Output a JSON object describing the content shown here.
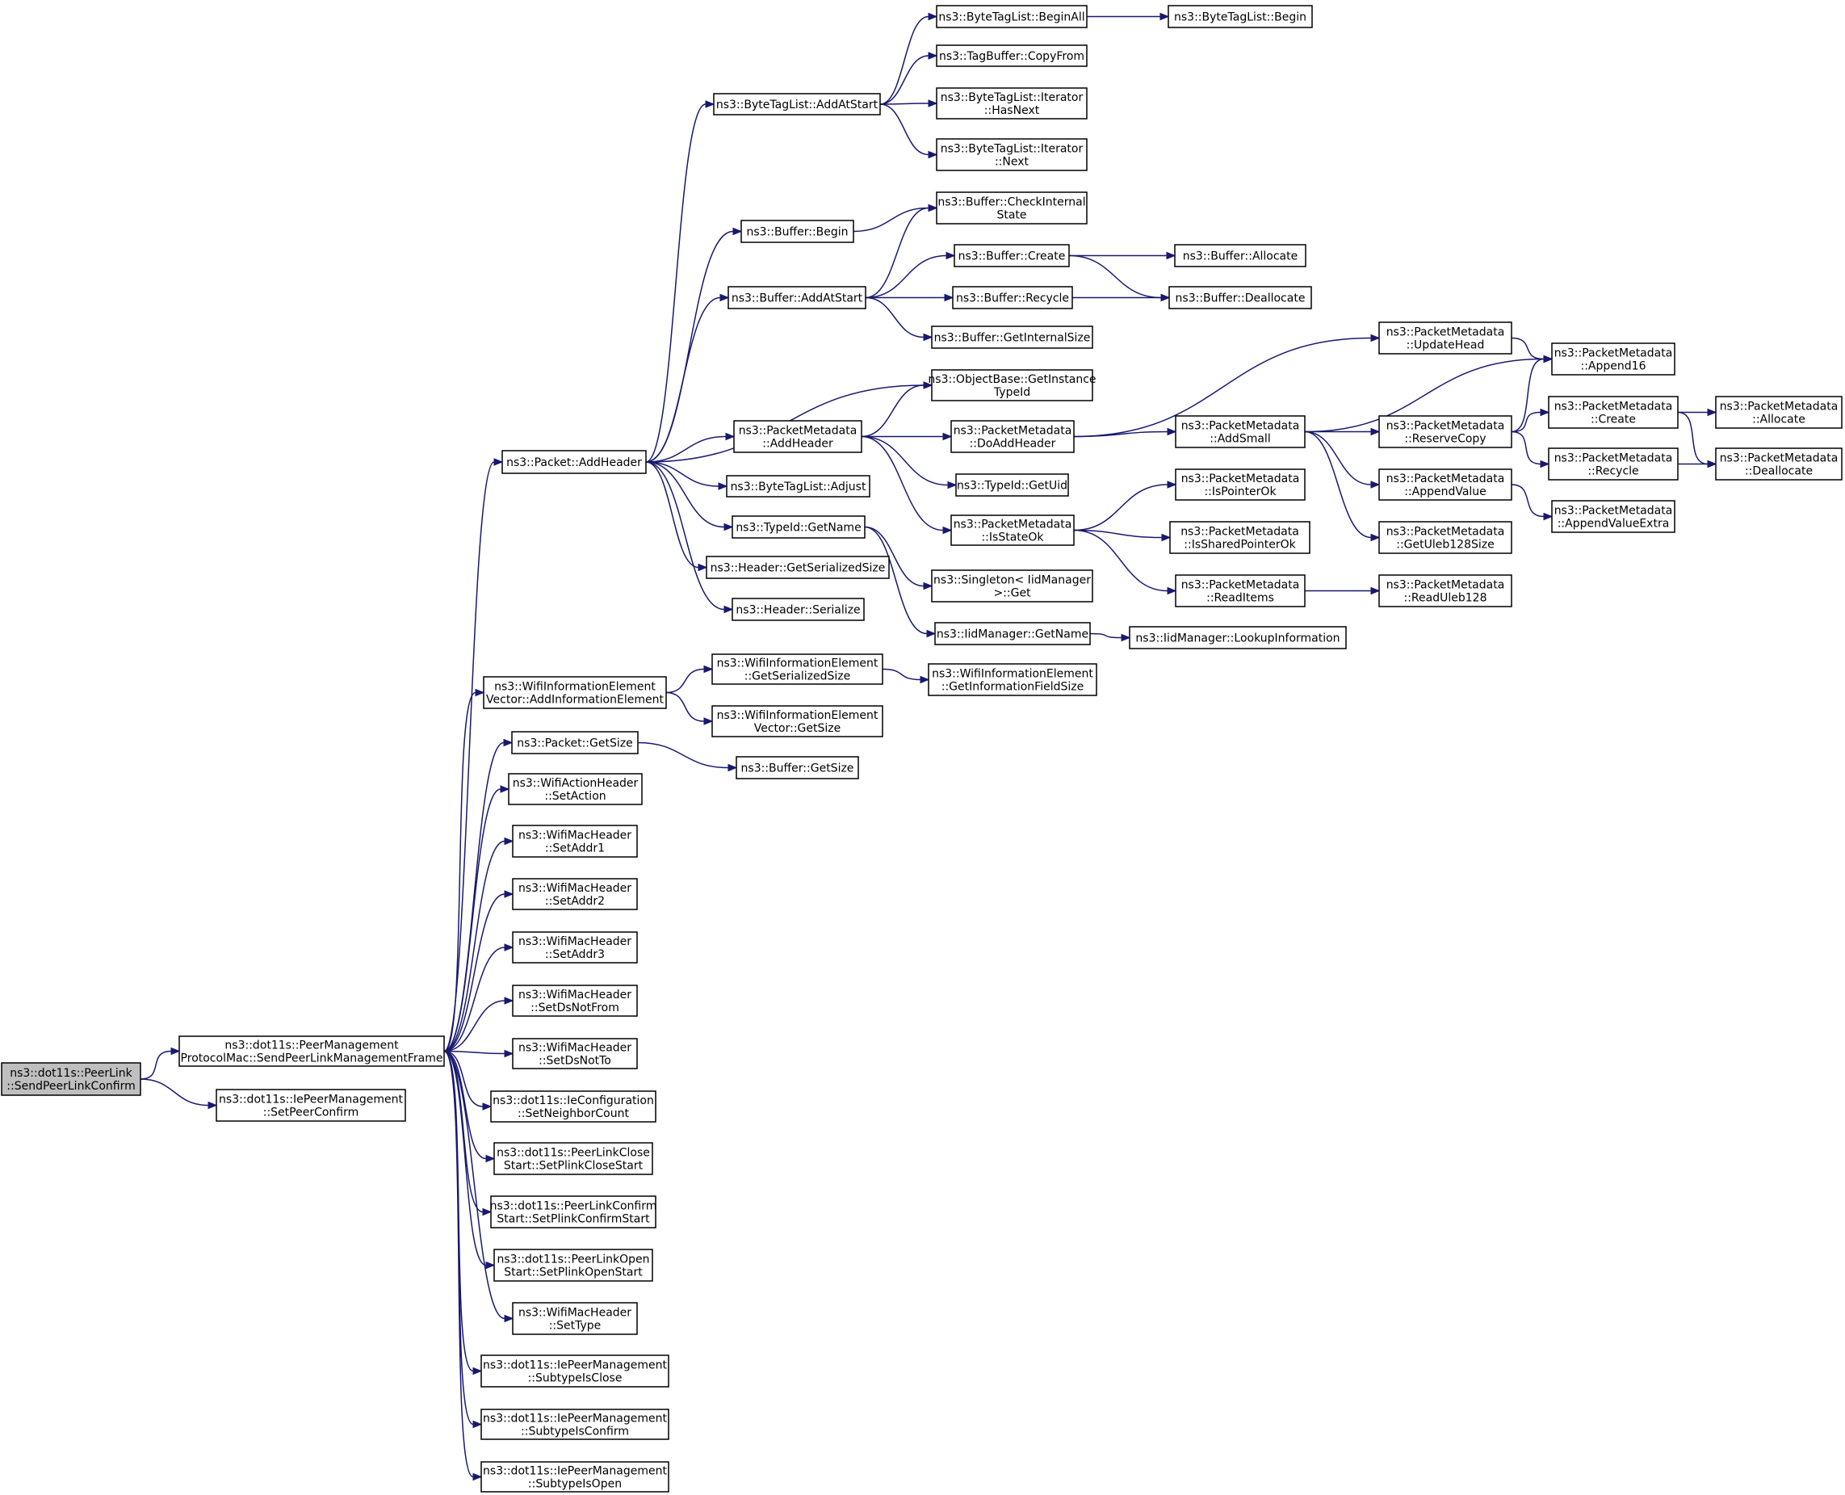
{
  "colors": {
    "edge": "#191970",
    "root_fill": "#bfbfbf",
    "node_fill": "#ffffff",
    "node_stroke": "#000000"
  },
  "nodes": [
    {
      "id": "n0",
      "lines": [
        "ns3::dot11s::PeerLink",
        "::SendPeerLinkConfirm"
      ],
      "root": true
    },
    {
      "id": "n1",
      "lines": [
        "ns3::dot11s::PeerManagement",
        "ProtocolMac::SendPeerLinkManagementFrame"
      ]
    },
    {
      "id": "n2",
      "lines": [
        "ns3::dot11s::IePeerManagement",
        "::SetPeerConfirm"
      ]
    },
    {
      "id": "n3",
      "lines": [
        "ns3::Packet::AddHeader"
      ]
    },
    {
      "id": "n4",
      "lines": [
        "ns3::WifiInformationElement",
        "Vector::AddInformationElement"
      ]
    },
    {
      "id": "n5",
      "lines": [
        "ns3::Packet::GetSize"
      ]
    },
    {
      "id": "n6",
      "lines": [
        "ns3::WifiActionHeader",
        "::SetAction"
      ]
    },
    {
      "id": "n7",
      "lines": [
        "ns3::WifiMacHeader",
        "::SetAddr1"
      ]
    },
    {
      "id": "n8",
      "lines": [
        "ns3::WifiMacHeader",
        "::SetAddr2"
      ]
    },
    {
      "id": "n9",
      "lines": [
        "ns3::WifiMacHeader",
        "::SetAddr3"
      ]
    },
    {
      "id": "n10",
      "lines": [
        "ns3::WifiMacHeader",
        "::SetDsNotFrom"
      ]
    },
    {
      "id": "n11",
      "lines": [
        "ns3::WifiMacHeader",
        "::SetDsNotTo"
      ]
    },
    {
      "id": "n12",
      "lines": [
        "ns3::dot11s::IeConfiguration",
        "::SetNeighborCount"
      ]
    },
    {
      "id": "n13",
      "lines": [
        "ns3::dot11s::PeerLinkClose",
        "Start::SetPlinkCloseStart"
      ]
    },
    {
      "id": "n14",
      "lines": [
        "ns3::dot11s::PeerLinkConfirm",
        "Start::SetPlinkConfirmStart"
      ]
    },
    {
      "id": "n15",
      "lines": [
        "ns3::dot11s::PeerLinkOpen",
        "Start::SetPlinkOpenStart"
      ]
    },
    {
      "id": "n16",
      "lines": [
        "ns3::WifiMacHeader",
        "::SetType"
      ]
    },
    {
      "id": "n17",
      "lines": [
        "ns3::dot11s::IePeerManagement",
        "::SubtypeIsClose"
      ]
    },
    {
      "id": "n18",
      "lines": [
        "ns3::dot11s::IePeerManagement",
        "::SubtypeIsConfirm"
      ]
    },
    {
      "id": "n19",
      "lines": [
        "ns3::dot11s::IePeerManagement",
        "::SubtypeIsOpen"
      ]
    },
    {
      "id": "n20",
      "lines": [
        "ns3::ByteTagList::AddAtStart"
      ]
    },
    {
      "id": "n21",
      "lines": [
        "ns3::Buffer::Begin"
      ]
    },
    {
      "id": "n22",
      "lines": [
        "ns3::Buffer::AddAtStart"
      ]
    },
    {
      "id": "n23",
      "lines": [
        "ns3::PacketMetadata",
        "::AddHeader"
      ]
    },
    {
      "id": "n24",
      "lines": [
        "ns3::ByteTagList::Adjust"
      ]
    },
    {
      "id": "n25",
      "lines": [
        "ns3::TypeId::GetName"
      ]
    },
    {
      "id": "n26",
      "lines": [
        "ns3::Header::GetSerializedSize"
      ]
    },
    {
      "id": "n27",
      "lines": [
        "ns3::Header::Serialize"
      ]
    },
    {
      "id": "n28",
      "lines": [
        "ns3::WifiInformationElement",
        "::GetSerializedSize"
      ]
    },
    {
      "id": "n29",
      "lines": [
        "ns3::WifiInformationElement",
        "Vector::GetSize"
      ]
    },
    {
      "id": "n30",
      "lines": [
        "ns3::Buffer::GetSize"
      ]
    },
    {
      "id": "n31",
      "lines": [
        "ns3::ByteTagList::BeginAll"
      ]
    },
    {
      "id": "n32",
      "lines": [
        "ns3::TagBuffer::CopyFrom"
      ]
    },
    {
      "id": "n33",
      "lines": [
        "ns3::ByteTagList::Iterator",
        "::HasNext"
      ]
    },
    {
      "id": "n34",
      "lines": [
        "ns3::ByteTagList::Iterator",
        "::Next"
      ]
    },
    {
      "id": "n35",
      "lines": [
        "ns3::Buffer::CheckInternal",
        "State"
      ]
    },
    {
      "id": "n36",
      "lines": [
        "ns3::Buffer::Create"
      ]
    },
    {
      "id": "n37",
      "lines": [
        "ns3::Buffer::Recycle"
      ]
    },
    {
      "id": "n38",
      "lines": [
        "ns3::Buffer::GetInternalSize"
      ]
    },
    {
      "id": "n39",
      "lines": [
        "ns3::ObjectBase::GetInstance",
        "TypeId"
      ]
    },
    {
      "id": "n40",
      "lines": [
        "ns3::PacketMetadata",
        "::DoAddHeader"
      ]
    },
    {
      "id": "n41",
      "lines": [
        "ns3::TypeId::GetUid"
      ]
    },
    {
      "id": "n42",
      "lines": [
        "ns3::PacketMetadata",
        "::IsStateOk"
      ]
    },
    {
      "id": "n43",
      "lines": [
        "ns3::Singleton< IidManager",
        " >::Get"
      ]
    },
    {
      "id": "n44",
      "lines": [
        "ns3::IidManager::GetName"
      ]
    },
    {
      "id": "n45",
      "lines": [
        "ns3::WifiInformationElement",
        "::GetInformationFieldSize"
      ]
    },
    {
      "id": "n46",
      "lines": [
        "ns3::ByteTagList::Begin"
      ]
    },
    {
      "id": "n47",
      "lines": [
        "ns3::Buffer::Allocate"
      ]
    },
    {
      "id": "n48",
      "lines": [
        "ns3::Buffer::Deallocate"
      ]
    },
    {
      "id": "n49",
      "lines": [
        "ns3::PacketMetadata",
        "::UpdateHead"
      ]
    },
    {
      "id": "n50",
      "lines": [
        "ns3::PacketMetadata",
        "::AddSmall"
      ]
    },
    {
      "id": "n51",
      "lines": [
        "ns3::PacketMetadata",
        "::IsPointerOk"
      ]
    },
    {
      "id": "n52",
      "lines": [
        "ns3::PacketMetadata",
        "::IsSharedPointerOk"
      ]
    },
    {
      "id": "n53",
      "lines": [
        "ns3::PacketMetadata",
        "::ReadItems"
      ]
    },
    {
      "id": "n54",
      "lines": [
        "ns3::IidManager::LookupInformation"
      ]
    },
    {
      "id": "n55",
      "lines": [
        "ns3::PacketMetadata",
        "::Append16"
      ]
    },
    {
      "id": "n56",
      "lines": [
        "ns3::PacketMetadata",
        "::ReserveCopy"
      ]
    },
    {
      "id": "n57",
      "lines": [
        "ns3::PacketMetadata",
        "::AppendValue"
      ]
    },
    {
      "id": "n58",
      "lines": [
        "ns3::PacketMetadata",
        "::GetUleb128Size"
      ]
    },
    {
      "id": "n59",
      "lines": [
        "ns3::PacketMetadata",
        "::ReadUleb128"
      ]
    },
    {
      "id": "n60",
      "lines": [
        "ns3::PacketMetadata",
        "::Create"
      ]
    },
    {
      "id": "n61",
      "lines": [
        "ns3::PacketMetadata",
        "::Recycle"
      ]
    },
    {
      "id": "n62",
      "lines": [
        "ns3::PacketMetadata",
        "::AppendValueExtra"
      ]
    },
    {
      "id": "n63",
      "lines": [
        "ns3::PacketMetadata",
        "::Allocate"
      ]
    },
    {
      "id": "n64",
      "lines": [
        "ns3::PacketMetadata",
        "::Deallocate"
      ]
    }
  ],
  "edges": [
    [
      "n0",
      "n1"
    ],
    [
      "n0",
      "n2"
    ],
    [
      "n1",
      "n3"
    ],
    [
      "n1",
      "n4"
    ],
    [
      "n1",
      "n5"
    ],
    [
      "n1",
      "n6"
    ],
    [
      "n1",
      "n7"
    ],
    [
      "n1",
      "n8"
    ],
    [
      "n1",
      "n9"
    ],
    [
      "n1",
      "n10"
    ],
    [
      "n1",
      "n11"
    ],
    [
      "n1",
      "n12"
    ],
    [
      "n1",
      "n13"
    ],
    [
      "n1",
      "n14"
    ],
    [
      "n1",
      "n15"
    ],
    [
      "n1",
      "n16"
    ],
    [
      "n1",
      "n17"
    ],
    [
      "n1",
      "n18"
    ],
    [
      "n1",
      "n19"
    ],
    [
      "n3",
      "n20"
    ],
    [
      "n3",
      "n21"
    ],
    [
      "n3",
      "n22"
    ],
    [
      "n3",
      "n39"
    ],
    [
      "n3",
      "n23"
    ],
    [
      "n3",
      "n24"
    ],
    [
      "n3",
      "n25"
    ],
    [
      "n3",
      "n26"
    ],
    [
      "n3",
      "n27"
    ],
    [
      "n4",
      "n28"
    ],
    [
      "n4",
      "n29"
    ],
    [
      "n5",
      "n30"
    ],
    [
      "n20",
      "n31"
    ],
    [
      "n20",
      "n32"
    ],
    [
      "n20",
      "n33"
    ],
    [
      "n20",
      "n34"
    ],
    [
      "n31",
      "n46"
    ],
    [
      "n21",
      "n35"
    ],
    [
      "n22",
      "n35"
    ],
    [
      "n22",
      "n36"
    ],
    [
      "n22",
      "n37"
    ],
    [
      "n22",
      "n38"
    ],
    [
      "n36",
      "n47"
    ],
    [
      "n36",
      "n48"
    ],
    [
      "n37",
      "n48"
    ],
    [
      "n23",
      "n39"
    ],
    [
      "n23",
      "n40"
    ],
    [
      "n23",
      "n41"
    ],
    [
      "n23",
      "n42"
    ],
    [
      "n25",
      "n43"
    ],
    [
      "n25",
      "n44"
    ],
    [
      "n44",
      "n54"
    ],
    [
      "n28",
      "n45"
    ],
    [
      "n40",
      "n49"
    ],
    [
      "n40",
      "n50"
    ],
    [
      "n49",
      "n55"
    ],
    [
      "n50",
      "n55"
    ],
    [
      "n50",
      "n56"
    ],
    [
      "n50",
      "n57"
    ],
    [
      "n50",
      "n58"
    ],
    [
      "n42",
      "n51"
    ],
    [
      "n42",
      "n52"
    ],
    [
      "n42",
      "n53"
    ],
    [
      "n53",
      "n59"
    ],
    [
      "n56",
      "n55"
    ],
    [
      "n56",
      "n60"
    ],
    [
      "n56",
      "n61"
    ],
    [
      "n57",
      "n62"
    ],
    [
      "n60",
      "n63"
    ],
    [
      "n60",
      "n64"
    ],
    [
      "n61",
      "n64"
    ]
  ]
}
